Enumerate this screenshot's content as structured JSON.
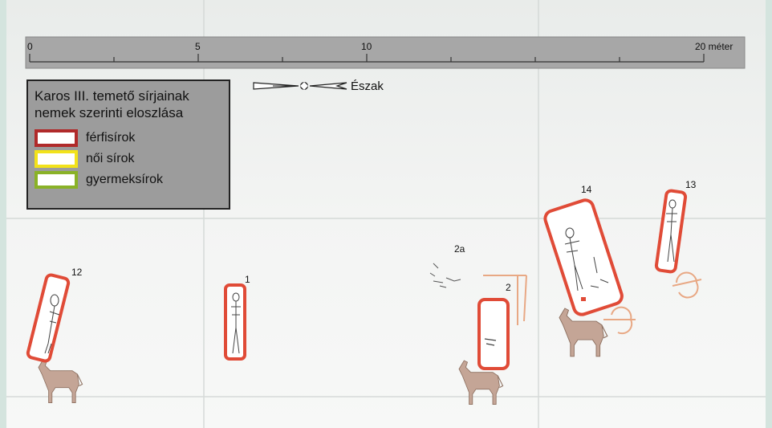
{
  "scale_bar": {
    "ticks": [
      "0",
      "5",
      "10"
    ],
    "end_label": "20 méter"
  },
  "north_arrow": {
    "label": "Észak",
    "icon": "north-arrow-icon"
  },
  "legend": {
    "title": "Karos III. temető sírjainak\nnemek szerinti eloszlása",
    "items": [
      {
        "label": "férfisírok",
        "color": "#b02a2a"
      },
      {
        "label": "női sírok",
        "color": "#f2e21a"
      },
      {
        "label": "gyermeksírok",
        "color": "#8ab227"
      }
    ]
  },
  "graves": [
    {
      "label": "12",
      "type": "male"
    },
    {
      "label": "1",
      "type": "male"
    },
    {
      "label": "2a",
      "type": "unmarked"
    },
    {
      "label": "2",
      "type": "male"
    },
    {
      "label": "14",
      "type": "male"
    },
    {
      "label": "13",
      "type": "male"
    }
  ],
  "colors": {
    "male_outline": "#e04b37",
    "horse": "#c9a08a",
    "trace": "#e8a884"
  }
}
